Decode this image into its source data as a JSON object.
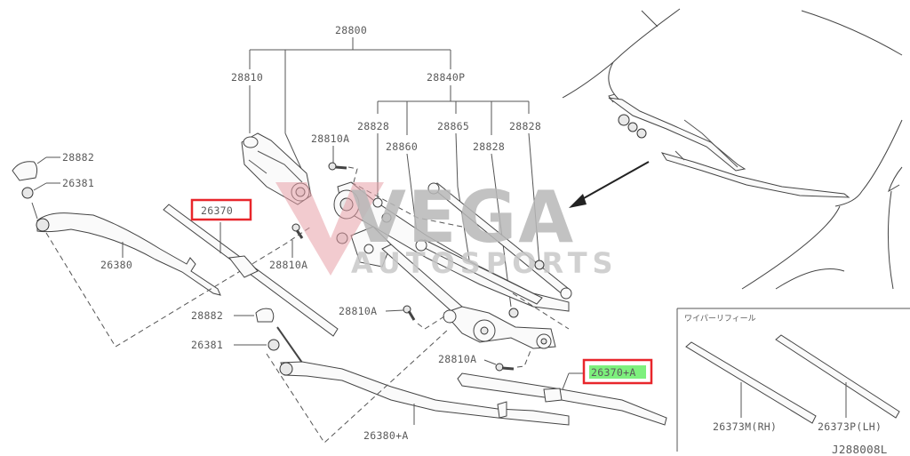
{
  "diagram": {
    "type": "exploded-parts-diagram",
    "subject": "Windshield wiper linkage assembly",
    "reference_code": "J288008L",
    "labels": {
      "assembly": "28800",
      "motor": "28810",
      "linkage": "28840P",
      "link_a": "28828",
      "link_b": "28860",
      "link_c": "28865",
      "link_d": "28828",
      "link_e": "28828",
      "bolt_top": "28810A",
      "bolt_left": "28810A",
      "bolt_mid": "28810A",
      "bolt_lower": "28810A",
      "cap_left": "28882",
      "nut_left": "26381",
      "blade_left": "26370",
      "arm_left": "26380",
      "cap_right": "28882",
      "nut_right": "26381",
      "arm_right": "26380+A",
      "blade_right": "26370+A"
    },
    "highlighted": [
      {
        "label": "26370",
        "box_color": "#e8262b"
      },
      {
        "label": "26370+A",
        "box_color": "#e8262b",
        "highlight_color": "#7df07d"
      }
    ],
    "inset": {
      "title": "ワイパーリフィール",
      "items": [
        "26373M(RH)",
        "26373P(LH)"
      ]
    }
  },
  "watermark": {
    "main": "VEGA",
    "sub": "AUTOSPORTS",
    "v_color": "#e8a0a8",
    "text_color": "#b8b8b8"
  },
  "colors": {
    "line": "#555555",
    "label": "#5a5a5a",
    "highlight_box": "#e8262b",
    "highlight_fill": "#7df07d"
  }
}
